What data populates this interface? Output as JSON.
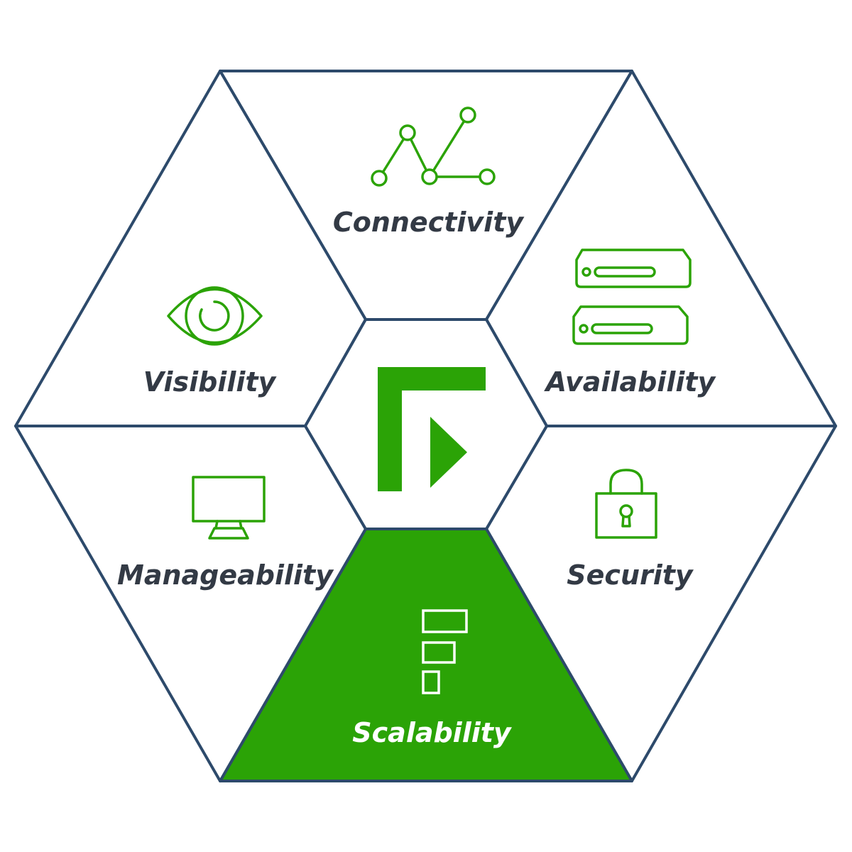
{
  "segments": {
    "connectivity": {
      "label": "Connectivity",
      "icon": "network-graph-icon",
      "highlighted": false
    },
    "availability": {
      "label": "Availability",
      "icon": "server-stack-icon",
      "highlighted": false
    },
    "security": {
      "label": "Security",
      "icon": "padlock-icon",
      "highlighted": false
    },
    "scalability": {
      "label": "Scalability",
      "icon": "stacked-boxes-icon",
      "highlighted": true
    },
    "manageability": {
      "label": "Manageability",
      "icon": "monitor-icon",
      "highlighted": false
    },
    "visibility": {
      "label": "Visibility",
      "icon": "eye-icon",
      "highlighted": false
    }
  },
  "center": {
    "icon": "forescout-logo-icon"
  },
  "colors": {
    "accent": "#2ba306",
    "outline": "#2d4a6b",
    "label_text": "#333a45",
    "background": "#ffffff"
  }
}
